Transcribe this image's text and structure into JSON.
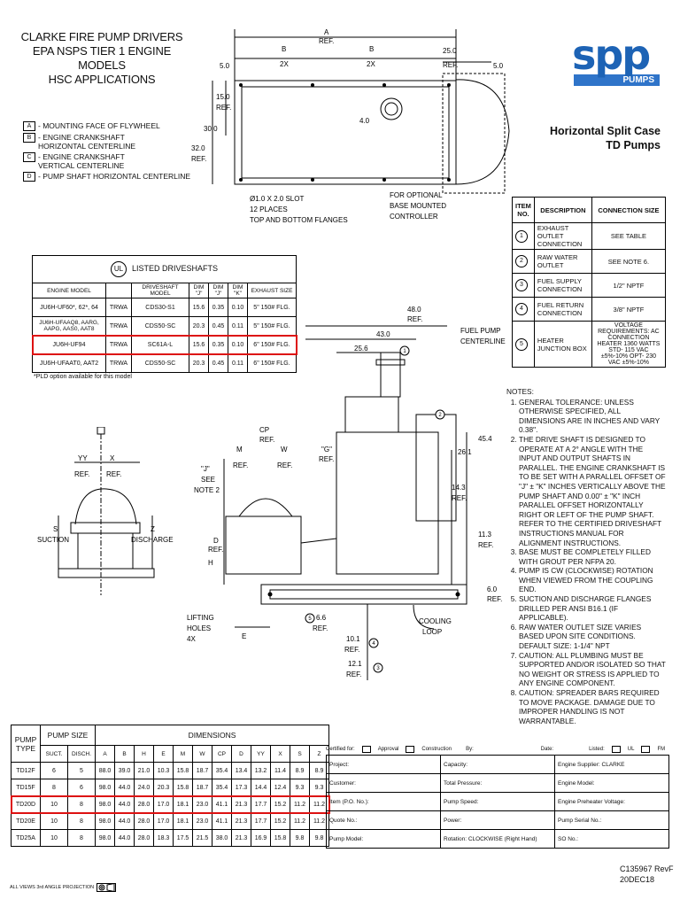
{
  "header": {
    "title_lines": [
      "CLARKE FIRE PUMP DRIVERS",
      "EPA NSPS TIER 1 ENGINE MODELS",
      "HSC APPLICATIONS"
    ],
    "legend": [
      {
        "sym": "A",
        "text": "- MOUNTING FACE OF FLYWHEEL"
      },
      {
        "sym": "B",
        "text": "- ENGINE CRANKSHAFT HORIZONTAL CENTERLINE"
      },
      {
        "sym": "C",
        "text": "- ENGINE CRANKSHAFT VERTICAL CENTERLINE"
      },
      {
        "sym": "D",
        "text": "- PUMP  SHAFT HORIZONTAL CENTERLINE"
      }
    ],
    "logo_text": "spp",
    "logo_sub": "PUMPS",
    "product_title_1": "Horizontal Split Case",
    "product_title_2": "TD Pumps"
  },
  "top_view": {
    "labels": {
      "A": "A",
      "A_ref": "REF.",
      "B1": "B",
      "B1_2x": "2X",
      "B2": "B",
      "B2_2x": "2X",
      "d25": "25.0",
      "d25_ref": "REF.",
      "d5a": "5.0",
      "d5b": "5.0",
      "d15": "15.0",
      "d15_ref": "REF.",
      "d30": "30.0",
      "d32": "32.0",
      "d32_ref": "REF.",
      "d4": "4.0",
      "slot1": "Ø1.0 X 2.0 SLOT",
      "slot2": "12 PLACES",
      "slot3": "TOP AND BOTTOM FLANGES",
      "opt1": "FOR OPTIONAL",
      "opt2": "BASE MOUNTED",
      "opt3": "CONTROLLER"
    }
  },
  "connection_table": {
    "headers": [
      "ITEM NO.",
      "DESCRIPTION",
      "CONNECTION SIZE"
    ],
    "rows": [
      {
        "no": "1",
        "desc": "EXHAUST OUTLET CONNECTION",
        "size": "SEE TABLE"
      },
      {
        "no": "2",
        "desc": "RAW WATER OUTLET",
        "size": "SEE NOTE 6."
      },
      {
        "no": "3",
        "desc": "FUEL SUPPLY CONNECTION",
        "size": "1/2\" NPTF"
      },
      {
        "no": "4",
        "desc": "FUEL RETURN CONNECTION",
        "size": "3/8\" NPTF"
      },
      {
        "no": "5",
        "desc": "HEATER JUNCTION BOX",
        "size": "VOLTAGE REQUIREMENTS: AC CONNECTION HEATER 1360 WATTS STD- 115 VAC ±5%-10% OPT- 230 VAC ±5%-10%"
      }
    ]
  },
  "driveshaft_table": {
    "ul": "UL",
    "caption": "LISTED DRIVESHAFTS",
    "headers": [
      "ENGINE MODEL",
      "",
      "DRIVESHAFT MODEL",
      "DIM \"J\"",
      "DIM \"J\"",
      "DIM \"K\"",
      "EXHAUST SIZE"
    ],
    "rows": [
      [
        "JU6H-UF60*, 62*, 64",
        "TRWA",
        "CDS30-S1",
        "15.6",
        "0.35",
        "0.10",
        "5\" 150# FLG."
      ],
      [
        "JU6H-UFAAQ8, AARG, AAPG, AAS0, AAT8",
        "TRWA",
        "CDS50-SC",
        "20.3",
        "0.45",
        "0.11",
        "5\" 150# FLG."
      ],
      [
        "JU6H-UF94",
        "TRWA",
        "SC61A-L",
        "15.6",
        "0.35",
        "0.10",
        "6\" 150# FLG."
      ],
      [
        "JU6H-UFAAT0, AAT2",
        "TRWA",
        "CDS50-SC",
        "20.3",
        "0.45",
        "0.11",
        "6\" 150# FLG."
      ]
    ],
    "highlight_row": 2,
    "footnote": "*PLD option available for this model"
  },
  "side_view": {
    "labels": {
      "d48": "48.0",
      "d48_ref": "REF.",
      "d43": "43.0",
      "d256": "25.6",
      "fuel1": "FUEL PUMP",
      "fuel2": "CENTERLINE",
      "d454": "45.4",
      "d261": "26.1",
      "d143": "14.3",
      "d143_ref": "REF.",
      "d113": "11.3",
      "d113_ref": "REF.",
      "d6": "6.0",
      "d6_ref": "REF.",
      "CP": "CP",
      "CP_ref": "REF.",
      "M": "M",
      "M_ref": "REF.",
      "W": "W",
      "W_ref": "REF.",
      "G": "\"G\"",
      "G_ref": "REF.",
      "J": "\"J\"",
      "J_see": "SEE",
      "J_note": "NOTE 2",
      "D": "D",
      "D_ref": "REF.",
      "H": "H",
      "E": "E",
      "lift1": "LIFTING",
      "lift2": "HOLES",
      "lift3": "4X",
      "d66": "6.6",
      "d66_ref": "REF.",
      "d101": "10.1",
      "d101_ref": "REF.",
      "d121": "12.1",
      "d121_ref": "REF.",
      "cool1": "COOLING",
      "cool2": "LOOP"
    }
  },
  "end_view": {
    "labels": {
      "YY": "YY",
      "YY_ref": "REF.",
      "X": "X",
      "X_ref": "REF.",
      "S": "S",
      "suction": "SUCTION",
      "Z": "Z",
      "discharge": "DISCHARGE"
    }
  },
  "notes": {
    "heading": "NOTES:",
    "items": [
      "GENERAL TOLERANCE: UNLESS OTHERWISE SPECIFIED, ALL DIMENSIONS ARE IN INCHES AND VARY 0.38\".",
      "THE DRIVE SHAFT IS DESIGNED TO OPERATE AT A 2° ANGLE WITH THE INPUT AND OUTPUT SHAFTS IN PARALLEL.  THE ENGINE CRANKSHAFT IS TO BE SET WITH A PARALLEL OFFSET OF \"J\" ± \"K\" INCHES VERTICALLY ABOVE THE PUMP SHAFT AND 0.00\" ± \"K\" INCH PARALLEL OFFSET HORIZONTALLY RIGHT OR LEFT OF THE PUMP SHAFT.  REFER TO THE CERTIFIED DRIVESHAFT INSTRUCTIONS MANUAL FOR ALIGNMENT INSTRUCTIONS.",
      "BASE MUST BE COMPLETELY FILLED WITH GROUT PER NFPA 20.",
      "PUMP IS CW (CLOCKWISE) ROTATION WHEN VIEWED FROM THE COUPLING END.",
      "SUCTION AND DISCHARGE FLANGES DRILLED PER ANSI B16.1 (IF APPLICABLE).",
      "RAW WATER OUTLET SIZE VARIES BASED UPON SITE CONDITIONS. DEFAULT SIZE: 1-1/4\" NPT",
      "CAUTION: ALL PLUMBING MUST BE SUPPORTED AND/OR ISOLATED SO THAT NO WEIGHT OR STRESS IS APPLIED TO ANY ENGINE COMPONENT.",
      "CAUTION: SPREADER BARS REQUIRED TO MOVE PACKAGE. DAMAGE DUE TO IMPROPER HANDLING IS NOT WARRANTABLE."
    ]
  },
  "pump_table": {
    "h_type": "PUMP TYPE",
    "h_size": "PUMP SIZE",
    "h_dims": "DIMENSIONS",
    "cols": [
      "SUCT.",
      "DISCH.",
      "A",
      "B",
      "H",
      "E",
      "M",
      "W",
      "CP",
      "D",
      "YY",
      "X",
      "S",
      "Z"
    ],
    "rows": [
      [
        "TD12F",
        "6",
        "5",
        "88.0",
        "39.0",
        "21.0",
        "10.3",
        "15.8",
        "18.7",
        "35.4",
        "13.4",
        "13.2",
        "11.4",
        "8.9",
        "8.9"
      ],
      [
        "TD15F",
        "8",
        "6",
        "98.0",
        "44.0",
        "24.0",
        "20.3",
        "15.8",
        "18.7",
        "35.4",
        "17.3",
        "14.4",
        "12.4",
        "9.3",
        "9.3"
      ],
      [
        "TD20D",
        "10",
        "8",
        "98.0",
        "44.0",
        "28.0",
        "17.0",
        "18.1",
        "23.0",
        "41.1",
        "21.3",
        "17.7",
        "15.2",
        "11.2",
        "11.2"
      ],
      [
        "TD20E",
        "10",
        "8",
        "98.0",
        "44.0",
        "28.0",
        "17.0",
        "18.1",
        "23.0",
        "41.1",
        "21.3",
        "17.7",
        "15.2",
        "11.2",
        "11.2"
      ],
      [
        "TD25A",
        "10",
        "8",
        "98.0",
        "44.0",
        "28.0",
        "18.3",
        "17.5",
        "21.5",
        "38.0",
        "21.3",
        "16.9",
        "15.8",
        "9.8",
        "9.8"
      ]
    ],
    "highlight_row": 2
  },
  "project_block": {
    "cert_label": "Certified for:",
    "approval": "Approval",
    "construction": "Construction",
    "by": "By:",
    "date": "Date:",
    "listed": "Listed:",
    "ul": "UL",
    "fm": "FM",
    "rows": [
      [
        "Project:",
        "Capacity:",
        "Engine Supplier:  CLARKE"
      ],
      [
        "Customer:",
        "Total Pressure:",
        "Engine Model:"
      ],
      [
        "Item (P.O. No.):",
        "Pump Speed:",
        "Engine Preheater Voltage:"
      ],
      [
        "Quote No.:",
        "Power:",
        "Pump Serial No.:"
      ],
      [
        "Pump Model:",
        "Rotation:  CLOCKWISE  (Right Hand)",
        "SO No.:"
      ]
    ]
  },
  "footer": {
    "drawing_no": "C135967 RevF",
    "date": "20DEC18",
    "projection": "ALL VIEWS 3rd ANGLE PROJECTION"
  },
  "colors": {
    "brand_blue": "#1d63b5",
    "pumps_bar": "#2f74c9",
    "highlight": "#dd1111"
  }
}
